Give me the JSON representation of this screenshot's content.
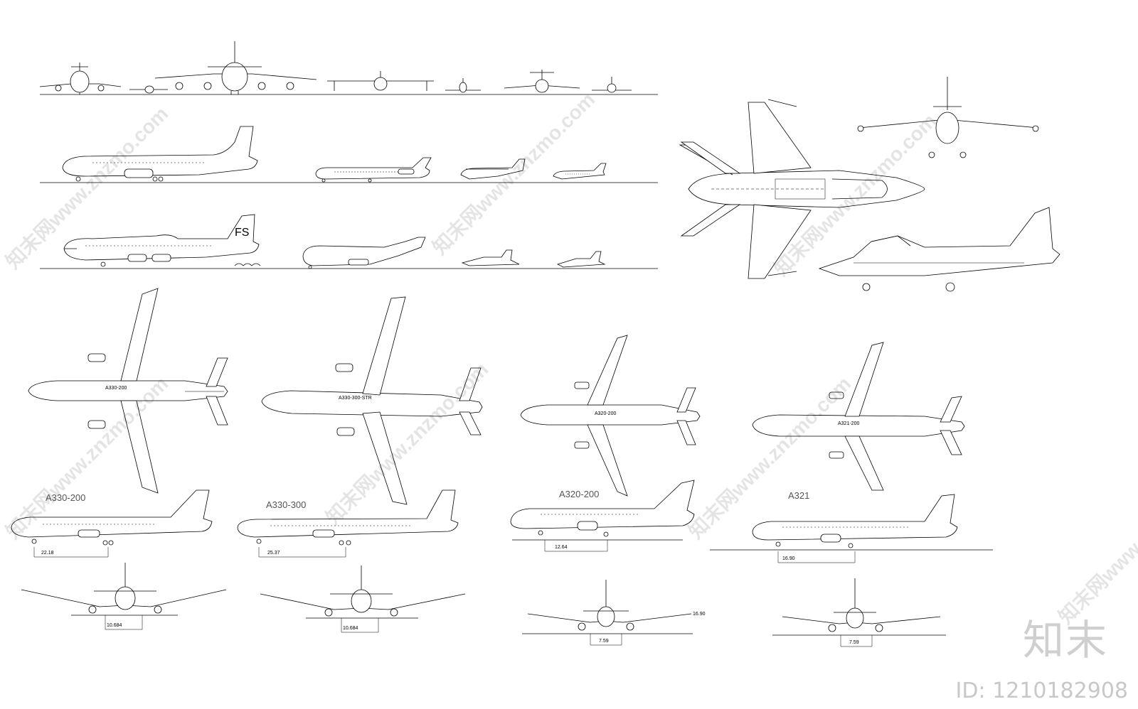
{
  "labels": {
    "a330_200": "A330-200",
    "a330_300": "A330-300",
    "a320_200": "A320-200",
    "a321": "A321",
    "tail_fs": "FS"
  },
  "fuselage_text": {
    "a330_200": "A330-200",
    "a330_300": "A330-300-STR",
    "a320_200": "A320-200",
    "a321": "A321-200"
  },
  "dimensions": {
    "a330_200_side": "22.18",
    "a330_300_side": "25.37",
    "a320_200_side": "12.64",
    "a321_side": "16.90",
    "a330_200_front": "10.684",
    "a330_300_front": "10.684",
    "a320_200_front": "7.59",
    "a321_front": "7.59",
    "a320_200_front_height": "16.90"
  },
  "watermark": {
    "text": "知末网www.znzmo.com"
  },
  "stamp": {
    "logo": "知末",
    "id": "ID: 1210182908"
  }
}
